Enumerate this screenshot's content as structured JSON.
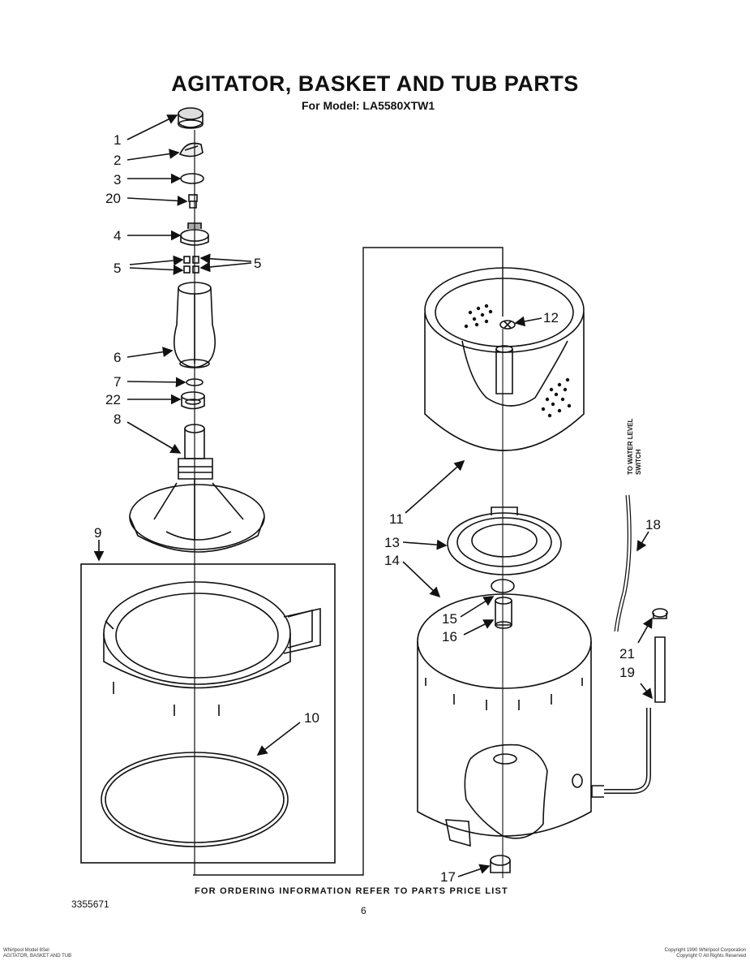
{
  "title": "AGITATOR, BASKET AND TUB PARTS",
  "subtitle": "For Model: LA5580XTW1",
  "footer_note": "FOR ORDERING INFORMATION REFER TO PARTS PRICE LIST",
  "doc_number": "3355671",
  "page_number": "6",
  "fine_print_left": [
    "Whirlpool Model 8Sel",
    "AGITATOR, BASKET AND TUB"
  ],
  "fine_print_right": [
    "Copyright 1990 Whirlpool Corporation",
    "Copyright © All Rights Reserved"
  ],
  "water_level_label": [
    "TO WATER LEVEL",
    "SWITCH"
  ],
  "callouts": {
    "c1": "1",
    "c2": "2",
    "c3": "3",
    "c20": "20",
    "c4": "4",
    "c5a": "5",
    "c5b": "5",
    "c6": "6",
    "c7": "7",
    "c22": "22",
    "c8": "8",
    "c9": "9",
    "c10": "10",
    "c11": "11",
    "c12": "12",
    "c13": "13",
    "c14": "14",
    "c15": "15",
    "c16": "16",
    "c17": "17",
    "c18": "18",
    "c19": "19",
    "c21": "21"
  }
}
